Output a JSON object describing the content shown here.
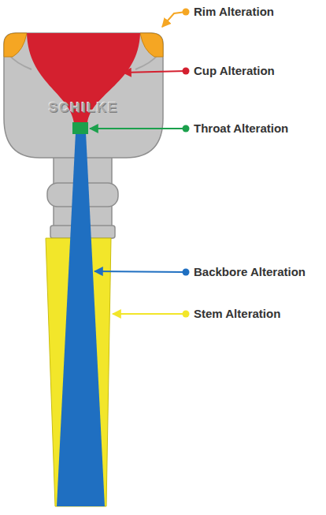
{
  "diagram": {
    "labels": [
      "Rim Alteration",
      "Cup Alteration",
      "Throat Alteration",
      "Backbore Alteration",
      "Stem Alteration",
      "SCHILKE"
    ]
  }
}
